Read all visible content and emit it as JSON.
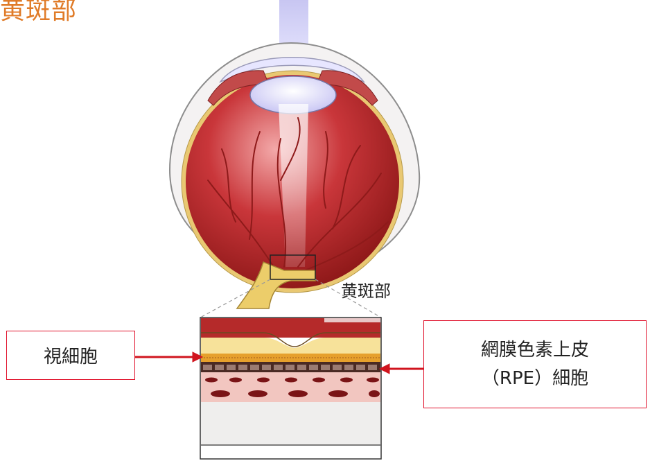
{
  "title": "黄斑部",
  "eye_label": "黄斑部",
  "labels": {
    "photoreceptor": "視細胞",
    "rpe_line1": "網膜色素上皮",
    "rpe_line2": "（RPE）細胞"
  },
  "colors": {
    "title": "#e07b28",
    "arrow": "#d0141e",
    "eye_red": "#b52a2a",
    "sclera": "#f2efee",
    "light_beam": "#c9c8ee"
  }
}
